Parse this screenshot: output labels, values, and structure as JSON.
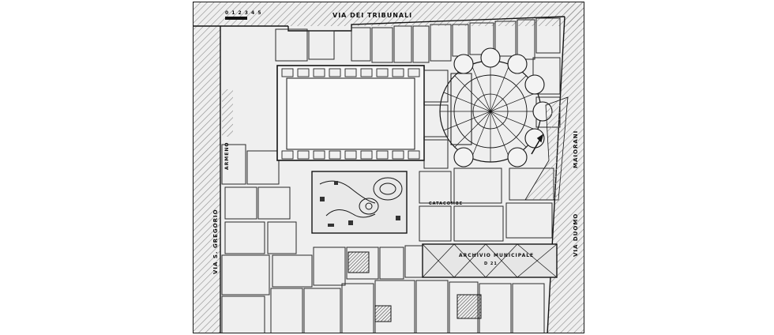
{
  "labels": {
    "scale": "0 1 2 3 4 5",
    "via_tribunali": "VIA DEI TRIBUNALI",
    "via_san_gregorio": "VIA S. GREGORIO",
    "armeno": "ARMENO",
    "via_duomo": "VIA DUOMO",
    "via_maiorani": "MAIORANI",
    "archivio": "ARCHIVIO MUNICIPALE",
    "catacombe": "CATACOMBE",
    "room_code": "D 21"
  },
  "colors": {
    "ink": "#141414",
    "paper": "#efefef",
    "hatch": "#8a8a8a",
    "wall": "#2a2a2a"
  }
}
